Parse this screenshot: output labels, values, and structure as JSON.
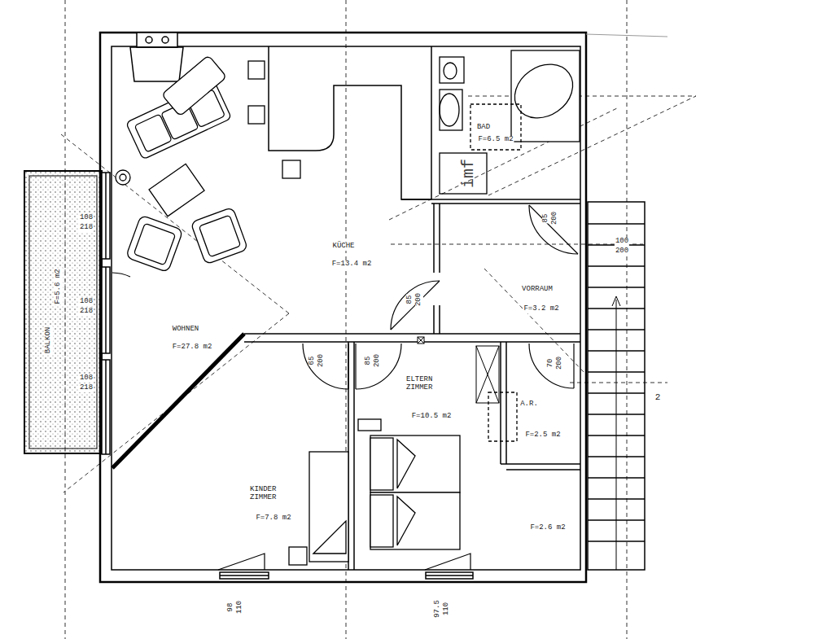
{
  "diagram": {
    "labels": [
      "BALKON",
      "F=5.6 m2",
      "108",
      "218",
      "108",
      "218",
      "108",
      "218",
      "BAD",
      "F=6.5 m2",
      "KÜCHE",
      "F=13.4 m2",
      "85",
      "200",
      "85",
      "200",
      "100",
      "200",
      "VORRAUM",
      "F=3.2 m2",
      "WOHNEN",
      "F=27.8 m2",
      "65",
      "200",
      "85",
      "200",
      "ELTERN ZIMMER",
      "F=10.5 m2",
      "70",
      "200",
      "A.R.",
      "F=2.5 m2",
      "KINDER ZIMMER",
      "F=7.8 m2",
      "F=2.6 m2",
      "98",
      "110",
      "97.5",
      "110",
      "imf",
      "2"
    ]
  }
}
